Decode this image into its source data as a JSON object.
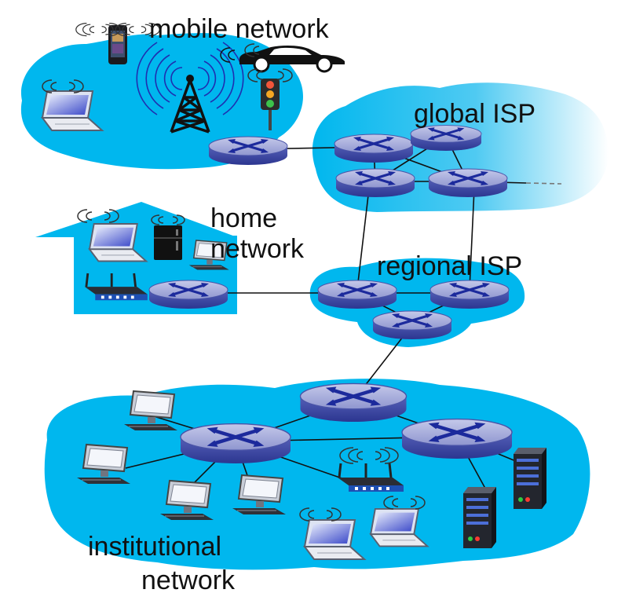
{
  "labels": {
    "mobile_network": "mobile network",
    "global_isp": "global ISP",
    "home_network_line1": "home",
    "home_network_line2": "network",
    "regional_isp": "regional ISP",
    "institutional_line1": "institutional",
    "institutional_line2": "network"
  },
  "colors": {
    "cloud": "#00b7ee",
    "cloud_light": "#e8f6fd",
    "router_top": "#9aa0d6",
    "router_side": "#3f4aa6",
    "router_mark": "#1c2a9c",
    "link": "#111111",
    "house": "#00b7ee"
  },
  "icons": [
    "router-icon",
    "cell-tower-icon",
    "smartphone-icon",
    "car-icon",
    "traffic-light-icon",
    "laptop-icon",
    "desktop-computer-icon",
    "wifi-access-point-icon",
    "refrigerator-icon",
    "server-icon",
    "wireless-signal-icon"
  ]
}
